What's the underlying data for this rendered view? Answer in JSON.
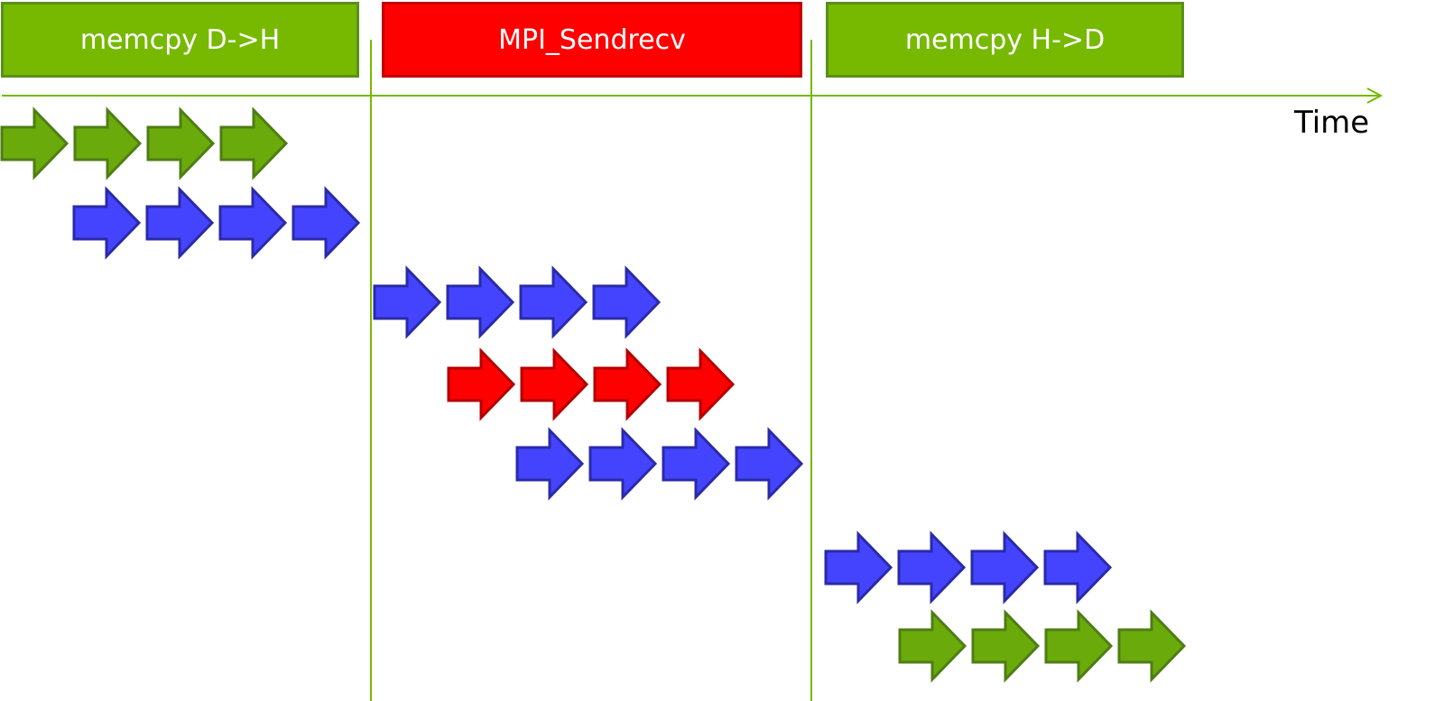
{
  "diagram": {
    "phases": [
      {
        "label": "memcpy D->H",
        "fill": "#76b900",
        "stroke": "#5a8f1a"
      },
      {
        "label": "MPI_Sendrecv",
        "fill": "#ff0000",
        "stroke": "#c00000"
      },
      {
        "label": "memcpy H->D",
        "fill": "#76b900",
        "stroke": "#5a8f1a"
      }
    ],
    "axis": {
      "label": "Time",
      "color": "#76b900"
    },
    "separator_color": "#76b900",
    "colors": {
      "green": {
        "fill": "#6aaa0a",
        "stroke": "#4f7d15"
      },
      "blue": {
        "fill": "#4444ff",
        "stroke": "#2a2aa8"
      },
      "red": {
        "fill": "#ff0000",
        "stroke": "#b30000"
      }
    },
    "rows": [
      {
        "color": "green",
        "count": 4
      },
      {
        "color": "blue",
        "count": 4
      },
      {
        "color": "blue",
        "count": 4
      },
      {
        "color": "red",
        "count": 4
      },
      {
        "color": "blue",
        "count": 4
      },
      {
        "color": "blue",
        "count": 4
      },
      {
        "color": "green",
        "count": 4
      }
    ]
  }
}
